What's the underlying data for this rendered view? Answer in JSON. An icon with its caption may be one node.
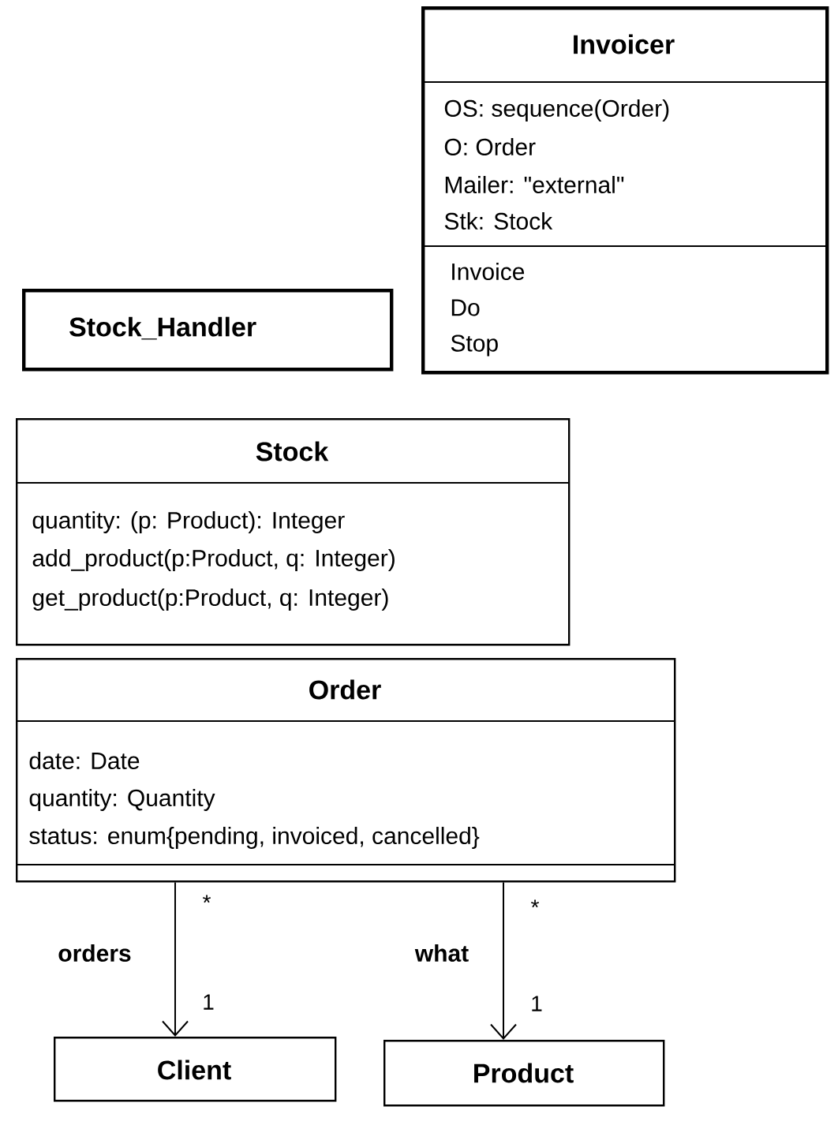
{
  "diagram": {
    "nodes": [
      {
        "text": [
          "Invoicer",
          "OS: sequence(Order)",
          "O: Order",
          "Mailer: \"external\"",
          "Stk: Stock",
          "Invoice",
          "Do",
          "Stop"
        ]
      },
      {
        "text": [
          "Stock_Handler"
        ]
      },
      {
        "text": [
          "Stock",
          "quantity: (p: Product):  Integer",
          "add_product(p:Product, q: Integer)",
          "get_product(p:Product, q: Integer)"
        ]
      },
      {
        "text": [
          "Order",
          "date: Date",
          "quantity: Quantity",
          "status: enum{pending, invoiced, cancelled}"
        ]
      },
      {
        "text": [
          "Client"
        ]
      },
      {
        "text": [
          "Product"
        ]
      }
    ],
    "edges": [
      {
        "from": 3,
        "to": 4,
        "arrow": "to",
        "label": "orders"
      },
      {
        "from": 3,
        "to": 5,
        "arrow": "to",
        "label": "what"
      }
    ],
    "labels": [
      "*",
      "1",
      "*",
      "1"
    ]
  }
}
